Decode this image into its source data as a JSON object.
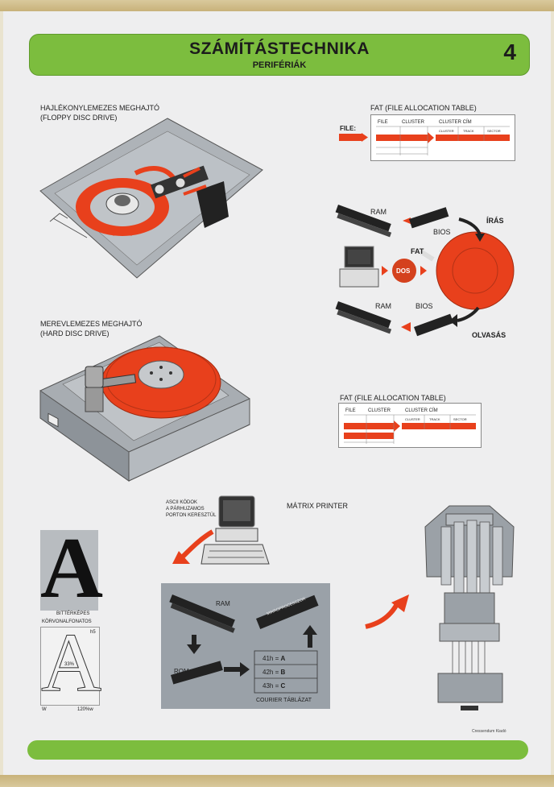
{
  "header": {
    "title": "SZÁMÍTÁSTECHNIKA",
    "subtitle": "PERIFÉRIÁK",
    "number": "4"
  },
  "floppy": {
    "label_hu": "HAJLÉKONYLEMEZES MEGHAJTÓ",
    "label_en": "(FLOPPY DISC DRIVE)"
  },
  "hdd": {
    "label_hu": "MEREVLEMEZES MEGHAJTÓ",
    "label_en": "(HARD DISC DRIVE)"
  },
  "fat_top": {
    "title": "FAT (FILE ALLOCATION TABLE)",
    "file_label": "FILE:",
    "col_file": "FILE",
    "col_cluster": "CLUSTER",
    "col_cluster_cim": "CLUSTER CÍM",
    "sub_cluster": "CLUSTER",
    "sub_track": "TRACK",
    "sub_sector": "SECTOR"
  },
  "fat_bottom": {
    "title": "FAT (FILE ALLOCATION TABLE)",
    "col_file": "FILE",
    "col_cluster": "CLUSTER",
    "col_cluster_cim": "CLUSTER CÍM",
    "sub_cluster": "CLUSTER",
    "sub_track": "TRACK",
    "sub_sector": "SECTOR"
  },
  "dataflow": {
    "ram_top": "RAM",
    "bios_top": "BIOS",
    "fat": "FAT",
    "iras": "ÍRÁS",
    "dos": "DOS",
    "ram_bottom": "RAM",
    "bios_bottom": "BIOS",
    "olvasas": "OLVASÁS"
  },
  "printer": {
    "ascii_line1": "ASCII KÓDOK",
    "ascii_line2": "A PÁRHUZAMOS",
    "ascii_line3": "PORTON KERESZTÜL",
    "matrix_title": "MÁTRIX PRINTER",
    "ram": "RAM",
    "rom": "ROM",
    "chip_label": "MIKROPROCESSZOR",
    "codes": [
      {
        "hex": "41h =",
        "char": "A"
      },
      {
        "hex": "42h =",
        "char": "B"
      },
      {
        "hex": "43h =",
        "char": "C"
      }
    ],
    "table_caption": "COURIER TÁBLÁZAT"
  },
  "glyph": {
    "letter": "A",
    "bitmap_caption": "BITTÉRKÉPES",
    "outline_caption": "KÖRVONALFONATOS",
    "dim_left": "W",
    "dim_right": "120%w",
    "dim_mid": "33%",
    "dim_top": "h5"
  },
  "credit": "Cressendum Kiadó",
  "colors": {
    "accent_green": "#7cbd3e",
    "accent_red": "#e8401c",
    "panel_gray": "#9aa1a8"
  }
}
